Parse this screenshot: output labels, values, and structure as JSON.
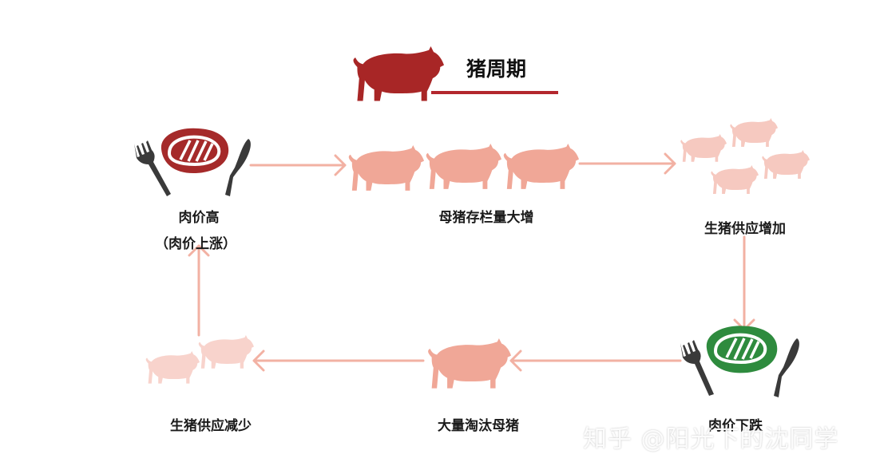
{
  "title": "猪周期",
  "nodes": {
    "meat_price_high": {
      "line1": "肉价高",
      "line2": "（肉价上涨）"
    },
    "sow_inventory_up": {
      "label": "母猪存栏量大增"
    },
    "hog_supply_up": {
      "label": "生猪供应增加"
    },
    "meat_price_down": {
      "label": "肉价下跌"
    },
    "sow_culling": {
      "label": "大量淘汰母猪"
    },
    "hog_supply_down": {
      "label": "生猪供应减少"
    }
  },
  "watermark": "知乎 @阳光下的沈同学",
  "colors": {
    "title_pig": "#a82626",
    "title_underline": "#b3272d",
    "meat_red": "#a52a2a",
    "meat_green": "#2e8b3e",
    "pig_salmon": "#f0a797",
    "pig_light": "#f6c9c0",
    "pig_faint": "#f8d3cc",
    "arrow": "#f2b1a3",
    "utensil": "#3a3a3a"
  },
  "icons": [
    "pig-icon",
    "steak-icon",
    "fork-icon",
    "knife-icon"
  ]
}
